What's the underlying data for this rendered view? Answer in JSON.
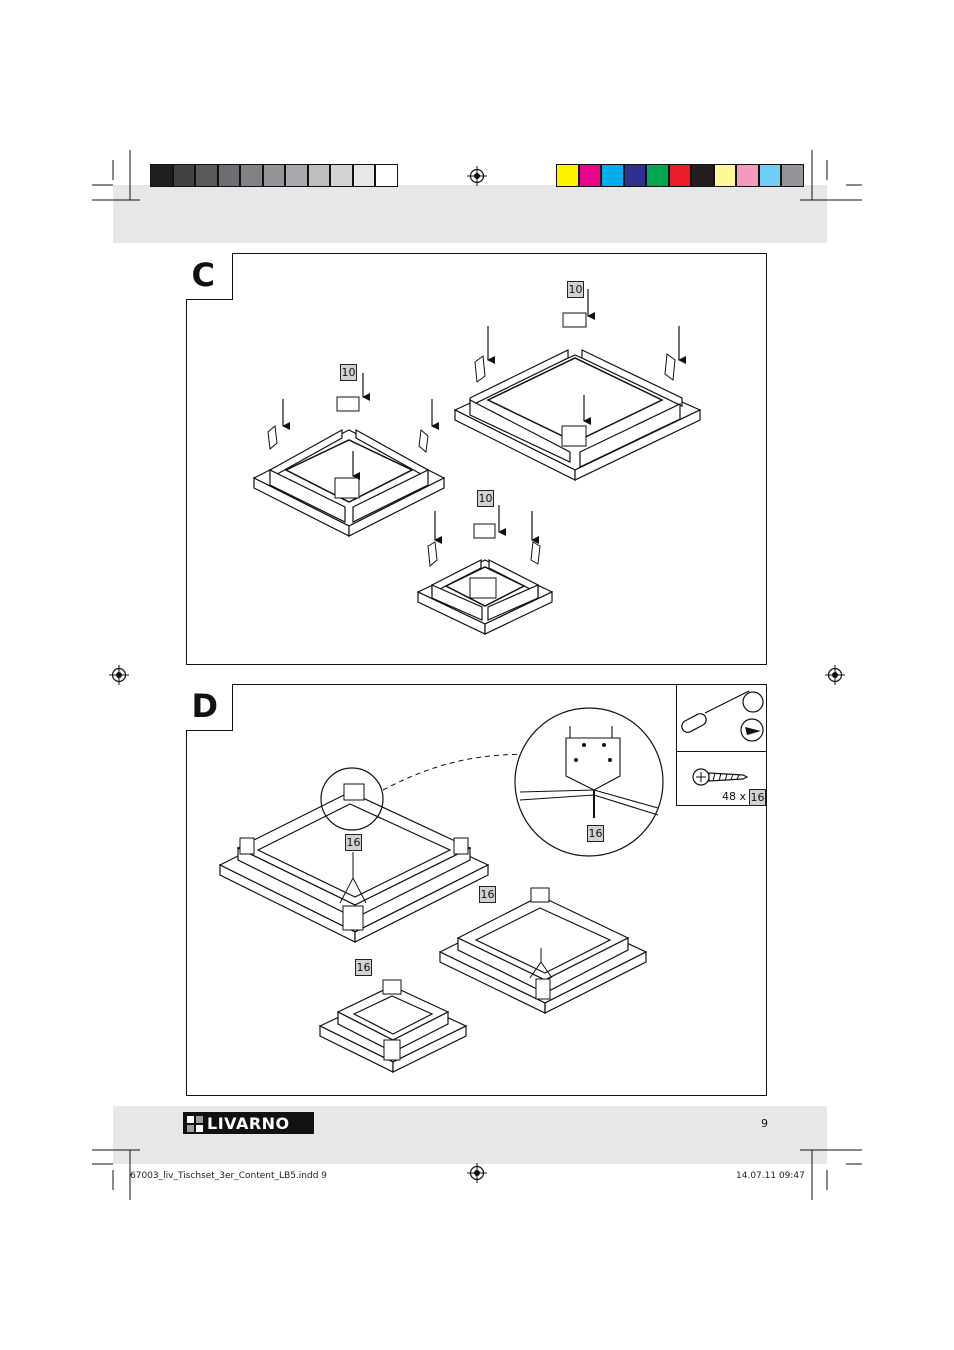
{
  "print_marks": {
    "grayscale_swatches": [
      "#231f20",
      "#414042",
      "#58595b",
      "#6d6e71",
      "#808285",
      "#939598",
      "#a7a9ac",
      "#bcbec0",
      "#d1d3d4",
      "#e6e7e8",
      "#ffffff"
    ],
    "color_swatches": [
      "#fff200",
      "#ec008c",
      "#00aeef",
      "#2e3192",
      "#00a651",
      "#ed1c24",
      "#231f20",
      "#fff799",
      "#f49ac1",
      "#6dcff6",
      "#939598"
    ]
  },
  "panel_c": {
    "letter": "C",
    "part_labels": [
      "10",
      "10",
      "10"
    ]
  },
  "panel_d": {
    "letter": "D",
    "tools": {
      "quantity": "48 x",
      "screw_part": "16"
    },
    "part_labels": [
      "16",
      "16",
      "16",
      "16"
    ]
  },
  "footer": {
    "brand": "LIVARNO",
    "page_number": "9",
    "filename": "67003_liv_Tischset_3er_Content_LB5.indd   9",
    "timestamp": "14.07.11   09:47"
  }
}
